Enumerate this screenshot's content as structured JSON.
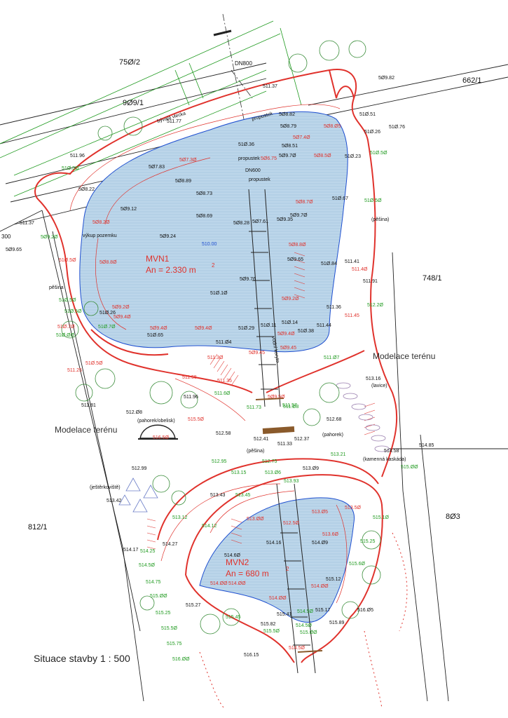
{
  "colors": {
    "water": "#bcd6ea",
    "red_line": "#e0322c",
    "green_line": "#1f9a1f",
    "black_line": "#222222",
    "blue_line": "#1e4fd0",
    "magenta": "#c0217e"
  },
  "parcels": {
    "p750_2": "75Ø/2",
    "p909_1": "9Ø9/1",
    "p662_1": "662/1",
    "p748_1": "748/1",
    "p812_1": "812/1",
    "p803": "8Ø3",
    "p300": "300"
  },
  "labels": {
    "dn800": "DN800",
    "dn600": "DN600",
    "byvala_vlecka": "bývalá vlecka",
    "propustek_top": "propustek",
    "propustek_mid": "propustek",
    "propustek_low": "propustek",
    "vykup_pozemku": "výkup pozemku",
    "pesina_left": "pěšina",
    "pesina_right": "(pěšina)",
    "pesina_mid": "(pěšina)",
    "modelace_left": "Modelace terénu",
    "modelace_right": "Modelace terénu",
    "pahorek_obelisk": "(pahorek/obelisk)",
    "pahorek_right": "(pahorek)",
    "lavice": "(lavice)",
    "kamenna_kaskada": "(kamenná kaskáda)",
    "jesterkoviste": "(ještěrkoviště)",
    "vodni_koryto": "vodní koryto",
    "title": "Situace stavby   1 : 500"
  },
  "ponds": {
    "mvn1_name": "MVN1",
    "mvn1_area": "An  =  2.330  m",
    "mvn1_sup": "2",
    "mvn1_level": "510.00",
    "mvn2_name": "MVN2",
    "mvn2_area": "An  =  680  m",
    "mvn2_sup": "2"
  },
  "elevations_black": [
    "511.37",
    "5Ø9.82",
    "51Ø.51",
    "51Ø.26",
    "51Ø.76",
    "511.77",
    "5Ø8.82",
    "5Ø8.79",
    "5Ø8.51",
    "5Ø9.7Ø",
    "511.96",
    "5Ø7.83",
    "5Ø8.89",
    "51Ø.23",
    "5Ø8.73",
    "5Ø8.22",
    "51Ø.67",
    "5Ø9.12",
    "5Ø8.69",
    "5Ø8.28",
    "5Ø7.61",
    "5Ø9.35",
    "5Ø9.7Ø",
    "5Ø9.24",
    "5Ø9.65",
    "51Ø.84",
    "511.41",
    "5Ø9.76",
    "511.91",
    "51Ø.1Ø",
    "51Ø.26",
    "511.36",
    "51Ø.65",
    "511.Ø4",
    "51Ø.29",
    "51Ø.11",
    "51Ø.14",
    "51Ø.38",
    "511.44",
    "511.81",
    "511.96",
    "512.Ø8",
    "512.58",
    "512.41",
    "511.33",
    "512.37",
    "512.68",
    "512.99",
    "513.Ø9",
    "513.43",
    "513.42",
    "514.27",
    "514.17",
    "514.16",
    "514.Ø9",
    "514.6Ø",
    "514.58",
    "514.85",
    "515.27",
    "515.41",
    "515.82",
    "515.17",
    "515.12",
    "515.89",
    "516.Ø5",
    "516.15",
    "5Ø9.65",
    "51Ø.36",
    "513.16",
    "511.37"
  ],
  "elevations_red": [
    "5Ø7.4Ø",
    "5Ø8.Ø5",
    "5Ø6.75",
    "5Ø8.5Ø",
    "5Ø7.3Ø",
    "5Ø8.7Ø",
    "5Ø8.2Ø",
    "5Ø8.8Ø",
    "51Ø.5Ø",
    "5Ø8.8Ø",
    "5Ø9.2Ø",
    "5Ø9.4Ø",
    "5Ø9.4Ø",
    "5Ø9.4Ø",
    "5Ø9.2Ø",
    "511.25",
    "511.55",
    "511.35",
    "511.3Ø",
    "51Ø.7Ø",
    "5Ø9.45",
    "5Ø9.4Ø",
    "5Ø9.45",
    "5Ø9.5Ø",
    "51Ø.5Ø",
    "515.5Ø",
    "516.5Ø",
    "513.Ø5",
    "513.ØØ",
    "513.6Ø",
    "512.5Ø",
    "514.ØØ",
    "514.ØØ",
    "514.ØØ",
    "514.ØØ",
    "514.5Ø",
    "511.4Ø",
    "513.5Ø",
    "511.45"
  ],
  "elevations_green": [
    "51Ø.5Ø",
    "51Ø.5Ø",
    "5Ø9.2Ø",
    "51Ø.5Ø",
    "51Ø.5Ø",
    "51Ø.5Ø",
    "51Ø.7Ø",
    "51Ø.ØØ",
    "512.2Ø",
    "511.Ø8",
    "512.95",
    "512.75",
    "513.15",
    "513.Ø6",
    "513.45",
    "513.93",
    "513.21",
    "515.ØØ",
    "513.12",
    "514.12",
    "515.1Ø",
    "514.25",
    "514.5Ø",
    "514.75",
    "515.ØØ",
    "515.25",
    "515.25",
    "515.5Ø",
    "515.75",
    "516.ØØ",
    "514.5Ø",
    "514.5Ø",
    "515.ØØ",
    "515.6Ø",
    "515.45",
    "515.5Ø",
    "511.57",
    "511.73",
    "511.6Ø",
    "511.Ø7"
  ]
}
